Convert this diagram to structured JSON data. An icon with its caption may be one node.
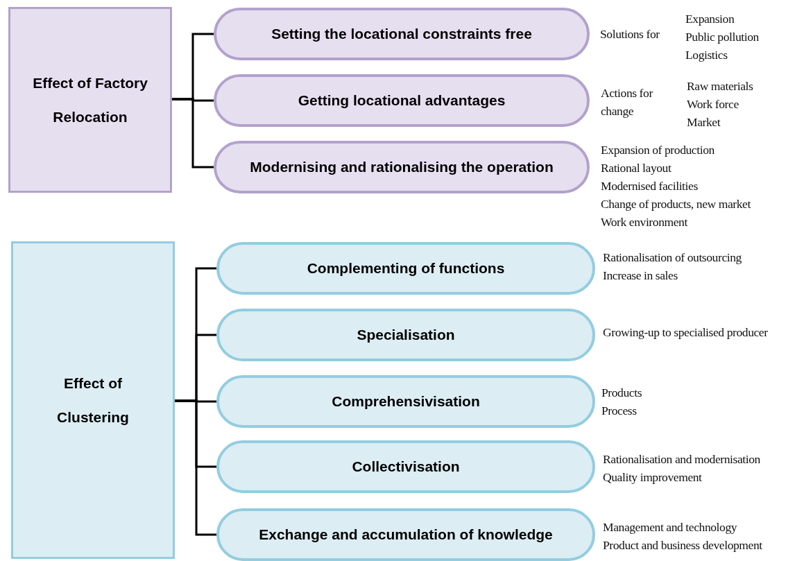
{
  "diagram": {
    "nodes": [
      {
        "text": [
          "Effect of Factory Relocation"
        ]
      },
      {
        "text": [
          "Setting the locational constraints free"
        ],
        "beside": [
          "Solutions for",
          "Expansion",
          "Public pollution",
          "Logistics"
        ]
      },
      {
        "text": [
          "Getting locational advantages"
        ],
        "beside": [
          "Actions for change",
          "Raw materials",
          "Work force",
          "Market"
        ]
      },
      {
        "text": [
          "Modernising and rationalising the operation"
        ],
        "beside": [
          "Expansion of production",
          "Rational layout",
          "Modernised facilities",
          "Change of products, new market",
          "Work environment"
        ]
      },
      {
        "text": [
          "Effect of Clustering"
        ]
      },
      {
        "text": [
          "Complementing of functions"
        ],
        "beside": [
          "Rationalisation of outsourcing",
          "Increase in sales"
        ]
      },
      {
        "text": [
          "Specialisation"
        ],
        "beside": [
          "Growing-up to specialised producer"
        ]
      },
      {
        "text": [
          "Comprehensivisation"
        ],
        "beside": [
          "Products",
          "Process"
        ]
      },
      {
        "text": [
          "Collectivisation"
        ],
        "beside": [
          "Rationalisation and modernisation",
          "Quality improvement"
        ]
      },
      {
        "text": [
          "Exchange and accumulation of knowledge"
        ],
        "beside": [
          "Management and technology",
          "Product and business development"
        ]
      }
    ],
    "edges": [
      {
        "from": 0,
        "to": 1,
        "arrow": "none"
      },
      {
        "from": 0,
        "to": 2,
        "arrow": "none"
      },
      {
        "from": 0,
        "to": 3,
        "arrow": "none"
      },
      {
        "from": 4,
        "to": 5,
        "arrow": "none"
      },
      {
        "from": 4,
        "to": 6,
        "arrow": "none"
      },
      {
        "from": 4,
        "to": 7,
        "arrow": "none"
      },
      {
        "from": 4,
        "to": 8,
        "arrow": "none"
      },
      {
        "from": 4,
        "to": 9,
        "arrow": "none"
      }
    ]
  }
}
